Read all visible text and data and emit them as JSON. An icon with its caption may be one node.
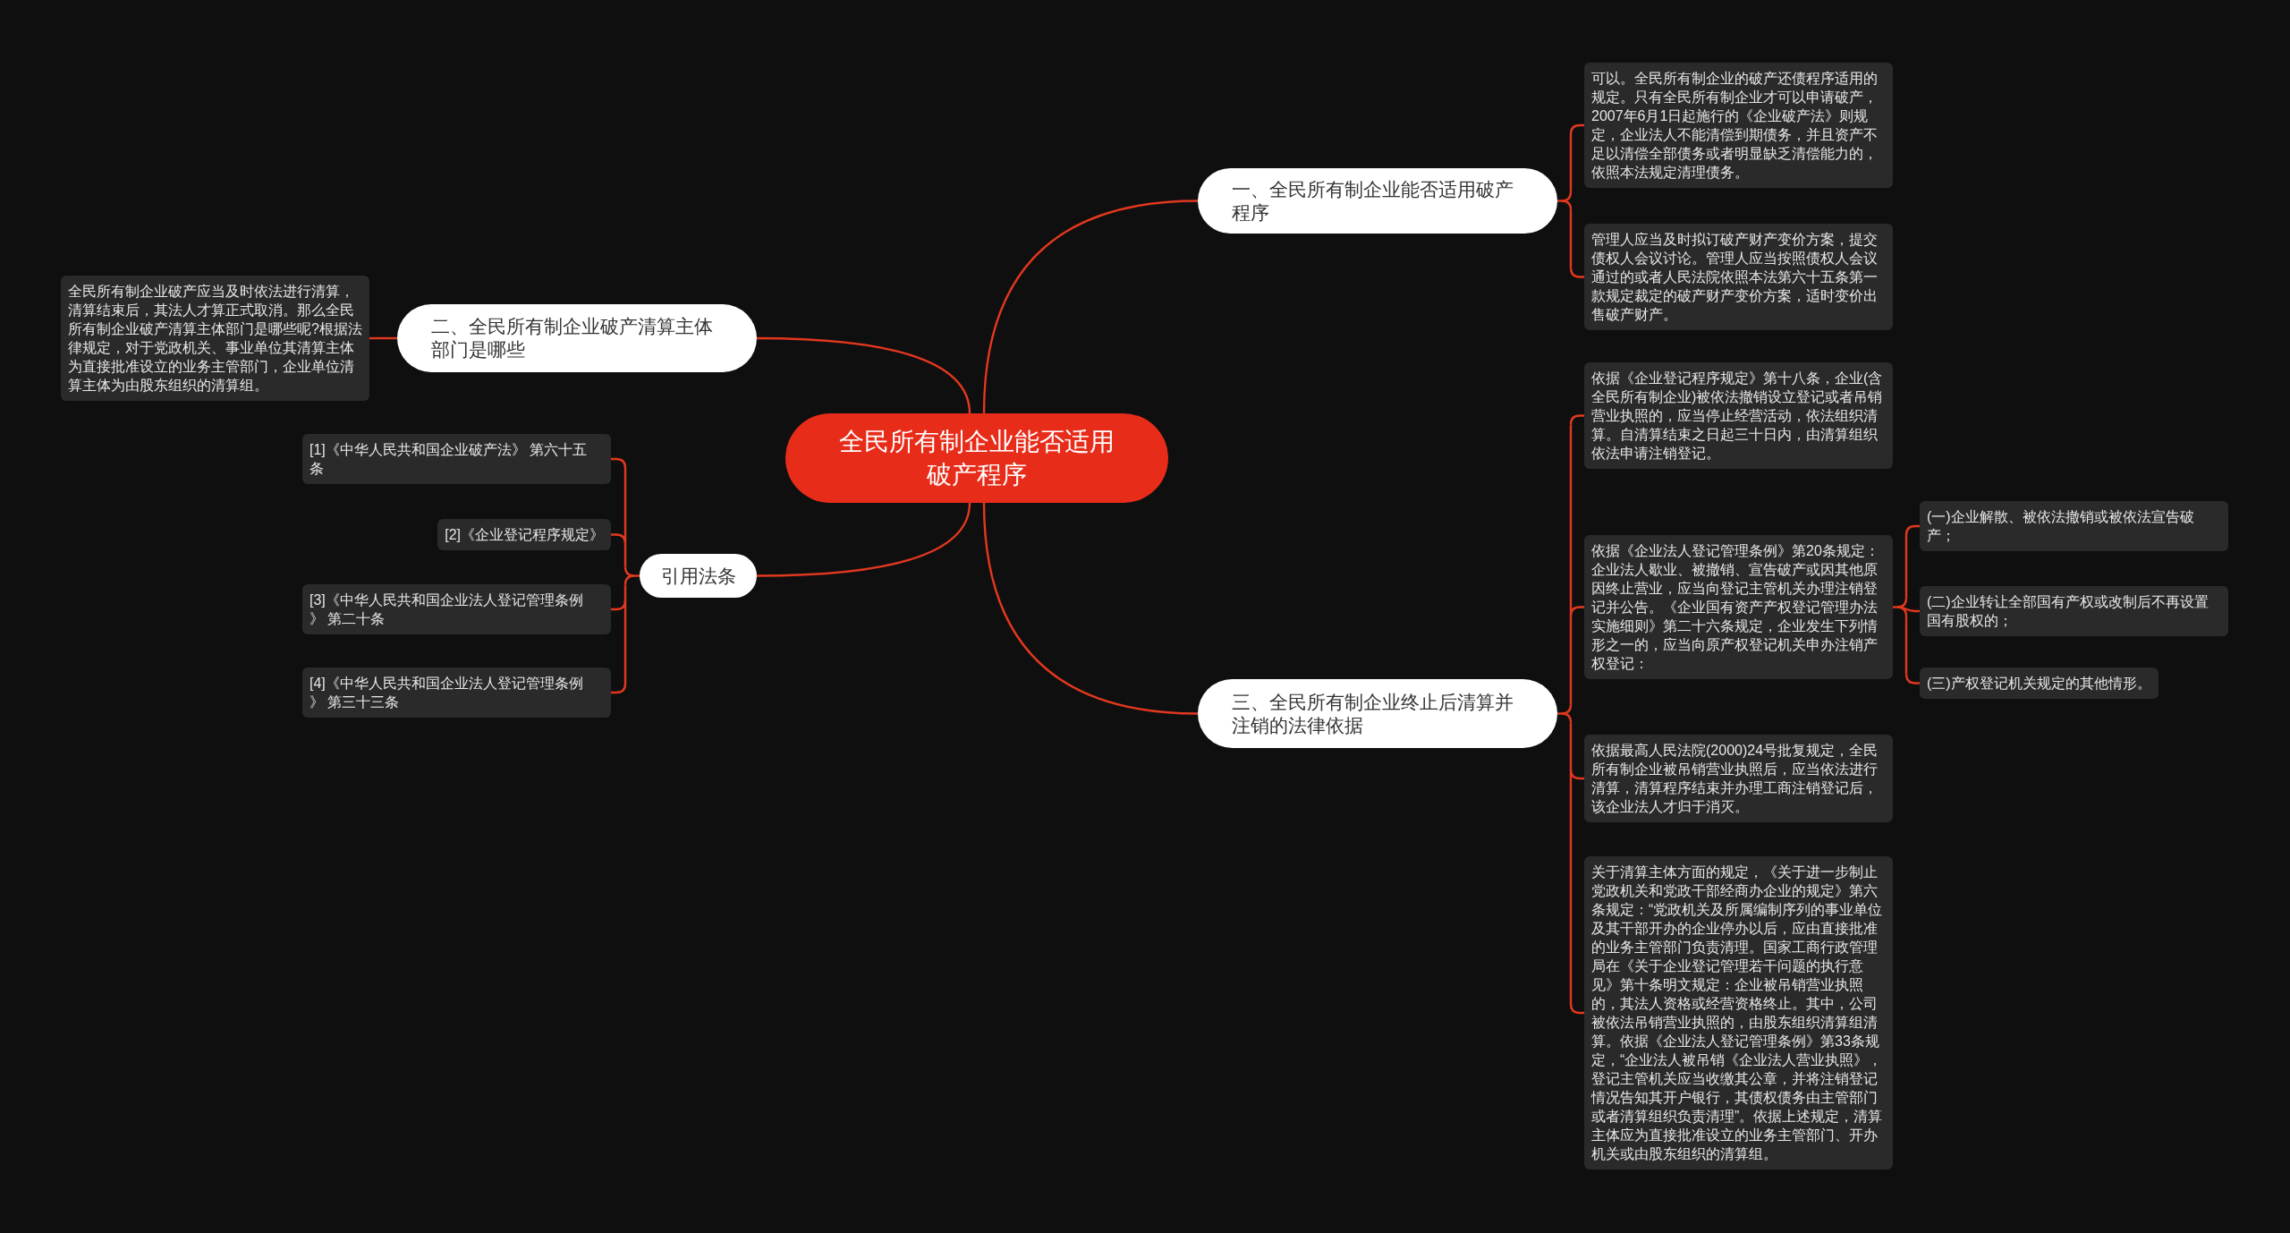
{
  "diagram": {
    "nodes": [
      {
        "text": [
          "全民所有制企业能否适用破产程序"
        ]
      },
      {
        "text": [
          "一、全民所有制企业能否适用破产程序"
        ]
      },
      {
        "text": [
          "可以。全民所有制企业的破产还债程序适用的规定。只有全民所有制企业才可以申请破产，2007年6月1日起施行的《企业破产法》则规定，企业法人不能清偿到期债务，并且资产不足以清偿全部债务或者明显缺乏清偿能力的，依照本法规定清理债务。"
        ]
      },
      {
        "text": [
          "管理人应当及时拟订破产财产变价方案，提交债权人会议讨论。管理人应当按照债权人会议通过的或者人民法院依照本法第六十五条第一款规定裁定的破产财产变价方案，适时变价出售破产财产。"
        ]
      },
      {
        "text": [
          "二、全民所有制企业破产清算主体部门是哪些"
        ]
      },
      {
        "text": [
          "全民所有制企业破产应当及时依法进行清算，清算结束后，其法人才算正式取消。那么全民所有制企业破产清算主体部门是哪些呢?根据法律规定，对于党政机关、事业单位其清算主体为直接批准设立的业务主管部门，企业单位清算主体为由股东组织的清算组。"
        ]
      },
      {
        "text": [
          "引用法条"
        ]
      },
      {
        "text": [
          "[1]《中华人民共和国企业破产法》 第六十五条"
        ]
      },
      {
        "text": [
          "[2]《企业登记程序规定》"
        ]
      },
      {
        "text": [
          "[3]《中华人民共和国企业法人登记管理条例》 第二十条"
        ]
      },
      {
        "text": [
          "[4]《中华人民共和国企业法人登记管理条例》 第三十三条"
        ]
      },
      {
        "text": [
          "三、全民所有制企业终止后清算并注销的法律依据"
        ]
      },
      {
        "text": [
          "依据《企业登记程序规定》第十八条，企业(含全民所有制企业)被依法撤销设立登记或者吊销营业执照的，应当停止经营活动，依法组织清算。自清算结束之日起三十日内，由清算组织依法申请注销登记。"
        ]
      },
      {
        "text": [
          "依据《企业法人登记管理条例》第20条规定：企业法人歇业、被撤销、宣告破产或因其他原因终止营业，应当向登记主管机关办理注销登记并公告。《企业国有资产产权登记管理办法实施细则》第二十六条规定，企业发生下列情形之一的，应当向原产权登记机关申办注销产权登记："
        ]
      },
      {
        "text": [
          "(一)企业解散、被依法撤销或被依法宣告破产；"
        ]
      },
      {
        "text": [
          "(二)企业转让全部国有产权或改制后不再设置国有股权的；"
        ]
      },
      {
        "text": [
          "(三)产权登记机关规定的其他情形。"
        ]
      },
      {
        "text": [
          "依据最高人民法院(2000)24号批复规定，全民所有制企业被吊销营业执照后，应当依法进行清算，清算程序结束并办理工商注销登记后，该企业法人才归于消灭。"
        ]
      },
      {
        "text": [
          "关于清算主体方面的规定，《关于进一步制止党政机关和党政干部经商办企业的规定》第六条规定：“党政机关及所属编制序列的事业单位及其干部开办的企业停办以后，应由直接批准的业务主管部门负责清理。国家工商行政管理局在《关于企业登记管理若干问题的执行意见》第十条明文规定：企业被吊销营业执照的，其法人资格或经营资格终止。其中，公司被依法吊销营业执照的，由股东组织清算组清算。依据《企业法人登记管理条例》第33条规定，“企业法人被吊销《企业法人营业执照》，登记主管机关应当收缴其公章，并将注销登记情况告知其开户银行，其债权债务由主管部门或者清算组织负责清理”。依据上述规定，清算主体应为直接批准设立的业务主管部门、开办机关或由股东组织的清算组。"
        ]
      }
    ],
    "edges": [
      {
        "from": 0,
        "to": 1,
        "arrow": "none"
      },
      {
        "from": 1,
        "to": 2,
        "arrow": "none"
      },
      {
        "from": 1,
        "to": 3,
        "arrow": "none"
      },
      {
        "from": 0,
        "to": 4,
        "arrow": "none"
      },
      {
        "from": 4,
        "to": 5,
        "arrow": "none"
      },
      {
        "from": 0,
        "to": 6,
        "arrow": "none"
      },
      {
        "from": 6,
        "to": 7,
        "arrow": "none"
      },
      {
        "from": 6,
        "to": 8,
        "arrow": "none"
      },
      {
        "from": 6,
        "to": 9,
        "arrow": "none"
      },
      {
        "from": 6,
        "to": 10,
        "arrow": "none"
      },
      {
        "from": 0,
        "to": 11,
        "arrow": "none"
      },
      {
        "from": 11,
        "to": 12,
        "arrow": "none"
      },
      {
        "from": 11,
        "to": 13,
        "arrow": "none"
      },
      {
        "from": 13,
        "to": 14,
        "arrow": "none"
      },
      {
        "from": 13,
        "to": 15,
        "arrow": "none"
      },
      {
        "from": 13,
        "to": 16,
        "arrow": "none"
      },
      {
        "from": 11,
        "to": 17,
        "arrow": "none"
      },
      {
        "from": 11,
        "to": 18,
        "arrow": "none"
      }
    ]
  }
}
